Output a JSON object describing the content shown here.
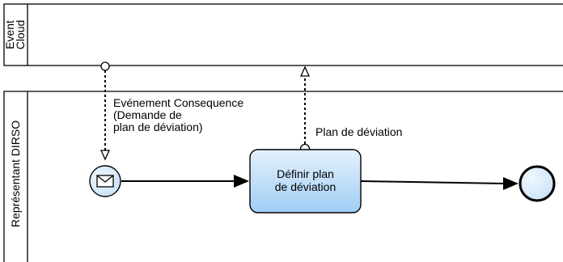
{
  "pools": {
    "top": {
      "label_lines": [
        "Event",
        "Cloud"
      ]
    },
    "bottom": {
      "label": "Représentant DIRSO"
    }
  },
  "message_flows": {
    "incoming": {
      "label_lines": [
        "Evénement Consequence",
        "(Demande de",
        "plan de déviation)"
      ]
    },
    "outgoing": {
      "label": "Plan de déviation"
    }
  },
  "task": {
    "label_lines": [
      "Définir plan",
      "de déviation"
    ]
  },
  "colors": {
    "stroke": "#000000",
    "task_fill_top": "#e6f1fc",
    "task_fill_bottom": "#9fcdf5",
    "event_fill": "#c7e0f8",
    "end_event_fill": "#c7e0f8"
  },
  "icons": {
    "start_event": "envelope-icon"
  }
}
